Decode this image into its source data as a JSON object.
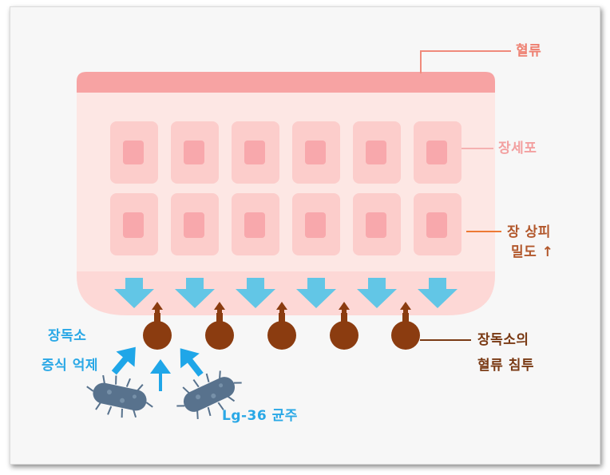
{
  "labels": {
    "blood_flow": "혈류",
    "intestinal_cell": "장세포",
    "epithelial_density_line1": "장 상피",
    "epithelial_density_line2": "밀도 ↑",
    "toxin_inhibit_line1": "장독소",
    "toxin_inhibit_line2": "증식 억제",
    "toxin_invasion_line1": "장독소의",
    "toxin_invasion_line2": "혈류 침투",
    "strain": "Lg-36 균주"
  },
  "colors": {
    "blood_flow_label": "#ee7f70",
    "cell_label": "#f3a0a0",
    "density_label": "#b2572b",
    "toxin_label": "#7a3a14",
    "inhibit_label": "#2aa8e6",
    "strain_label": "#2aa8e6",
    "blood_band": "#f7a3a3",
    "cell_layer": "#fde7e4",
    "cell_outer": "#fccdcb",
    "cell_inner": "#f8a8ac",
    "down_arrow": "#62c6e6",
    "toxin": "#8b3c10",
    "bacteria": "#58728d",
    "blue_arrow": "#1fa6e8"
  },
  "icons": {
    "down_arrows": "arrow-down-icon",
    "toxins": "toxin-drop-icon",
    "bacteria": "bacterium-icon",
    "inhibit_arrows": "arrow-up-icon"
  }
}
